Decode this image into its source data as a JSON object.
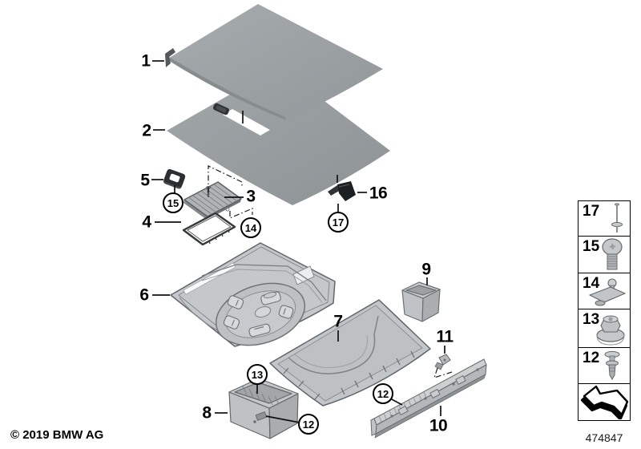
{
  "footer": {
    "copyright": "© 2019 BMW AG",
    "diagram_number": "474847"
  },
  "callouts": {
    "1": "1",
    "2": "2",
    "3": "3",
    "4": "4",
    "5": "5",
    "6": "6",
    "7": "7",
    "8": "8",
    "9": "9",
    "10": "10",
    "11": "11",
    "12": "12",
    "13": "13",
    "14": "14",
    "15": "15",
    "16": "16",
    "17": "17"
  },
  "legend": {
    "rows": [
      {
        "number": "17",
        "icon": "pin-screw-icon"
      },
      {
        "number": "15",
        "icon": "torx-pan-head-screw-icon"
      },
      {
        "number": "14",
        "icon": "ball-stud-clamp-icon"
      },
      {
        "number": "13",
        "icon": "flanged-nut-icon"
      },
      {
        "number": "12",
        "icon": "expansion-rivet-icon"
      }
    ],
    "arrow_icon": "direction-arrow-icon"
  },
  "colors": {
    "panel_gray": "#9aa0a3",
    "part_fill": "#c5c8ca",
    "part_stroke": "#60656b",
    "dark_part": "#2c2f31",
    "line": "#000000"
  }
}
